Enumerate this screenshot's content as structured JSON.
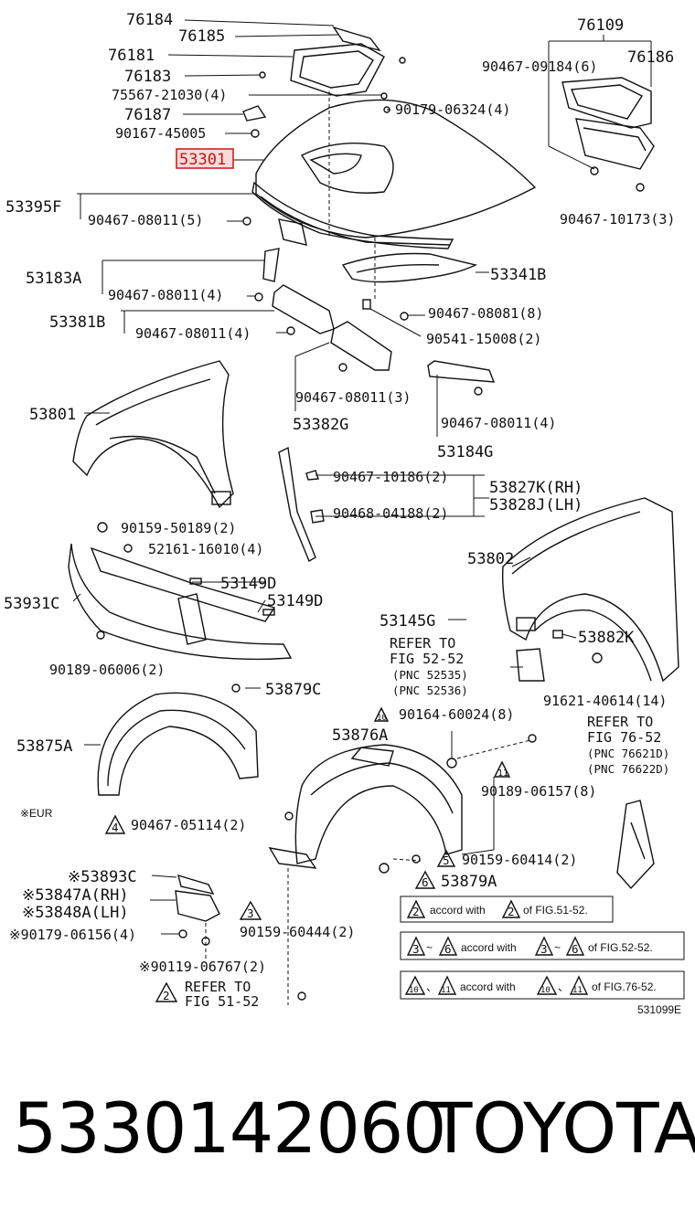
{
  "labels": {
    "l76184": "76184",
    "l76185": "76185",
    "l76181": "76181",
    "l76183": "76183",
    "l75567": "75567-21030(4)",
    "l76187": "76187",
    "l90167": "90167-45005",
    "l53301": "53301",
    "l53395F": "53395F",
    "l90467_08011_5": "90467-08011(5)",
    "l90179_06324": "90179-06324(4)",
    "l76109": "76109",
    "l76186": "76186",
    "l90467_09184": "90467-09184(6)",
    "l90467_10173": "90467-10173(3)",
    "l53183A": "53183A",
    "l90467_08011_4a": "90467-08011(4)",
    "l53341B": "53341B",
    "l53381B": "53381B",
    "l90467_08011_4b": "90467-08011(4)",
    "l90467_08081": "90467-08081(8)",
    "l90541": "90541-15008(2)",
    "l90467_08011_3": "90467-08011(3)",
    "l53382G": "53382G",
    "l90467_08011_4c": "90467-08011(4)",
    "l53184G": "53184G",
    "l53801": "53801",
    "l90467_10186": "90467-10186(2)",
    "l53827K": "53827K(RH)",
    "l53828J": "53828J(LH)",
    "l90468": "90468-04188(2)",
    "l90159_50189": "90159-50189(2)",
    "l52161": "52161-16010(4)",
    "l53802": "53802",
    "l53149D_a": "53149D",
    "l53149D_b": "53149D",
    "l53931C": "53931C",
    "l53145G": "53145G",
    "l90189_06006": "90189-06006(2)",
    "l53882K": "53882K",
    "refer52_1": "REFER TO",
    "refer52_2": "FIG 52-52",
    "pnc52535": "(PNC 52535)",
    "pnc52536": "(PNC 52536)",
    "l91621": "91621-40614(14)",
    "l53879C": "53879C",
    "l90164": "90164-60024(8)",
    "l53875A": "53875A",
    "l53876A": "53876A",
    "refer76_1": "REFER TO",
    "refer76_2": "FIG 76-52",
    "pnc76621": "(PNC 76621D)",
    "pnc76622": "(PNC 76622D)",
    "l90189_06157": "90189-06157(8)",
    "eur": "※EUR",
    "l90467_05114": "90467-05114(2)",
    "l90159_60414": "90159-60414(2)",
    "l53879A": "53879A",
    "l53893C": "※53893C",
    "l53847A": "※53847A(RH)",
    "l53848A": "※53848A(LH)",
    "l90179_06156": "※90179-06156(4)",
    "l90159_60444": "90159-60444(2)",
    "l90119": "※90119-06767(2)",
    "refer51_1": "REFER TO",
    "refer51_2": "FIG 51-52",
    "diagram_id": "531099E"
  },
  "tri_marks": {
    "t10a": "10",
    "t11a": "11",
    "t4": "4",
    "t5": "5",
    "t6a": "6",
    "t3": "3",
    "t2": "2"
  },
  "notes": {
    "n1_a": "2",
    "n1_text": "accord with",
    "n1_b": "2",
    "n1_tail": "of FIG.51-52.",
    "n2_a": "3",
    "n2_sep": "~",
    "n2_b": "6",
    "n2_text": "accord with",
    "n2_c": "3",
    "n2_sep2": "~",
    "n2_d": "6",
    "n2_tail": "of FIG.52-52.",
    "n3_a": "10",
    "n3_sep": "、",
    "n3_b": "11",
    "n3_text": "accord with",
    "n3_c": "10",
    "n3_sep2": "、",
    "n3_d": "11",
    "n3_tail": "of FIG.76-52."
  },
  "footer": {
    "part_number": "5330142060",
    "brand": "TOYOTA"
  },
  "colors": {
    "highlight": "#d02020",
    "ink": "#111111"
  }
}
